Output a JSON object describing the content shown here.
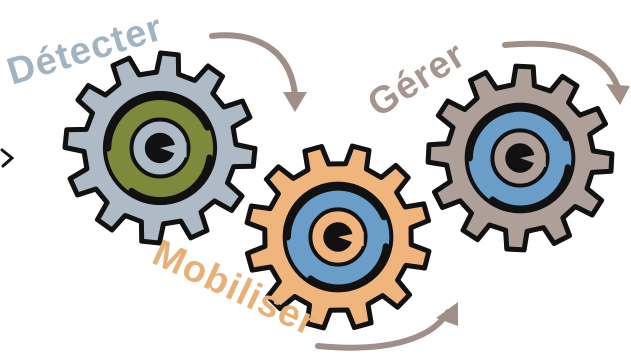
{
  "labels": {
    "detect": "Détecter",
    "manage": "Gérer",
    "mobilise": "Mobiliser"
  },
  "colors": {
    "detect": "#a2b4c2",
    "manage": "#a6958f",
    "mobilise": "#e8b079",
    "arrow": "#a08f88",
    "outline": "#111111",
    "olive": "#7d8a3c",
    "blue": "#6a9ec9",
    "gear_grey": "#aebbc6",
    "gear_orange": "#f0b47d",
    "gear_mauve": "#ae9f99"
  },
  "icons": [
    "gear-icon",
    "gear-icon",
    "gear-icon",
    "curved-arrow-icon",
    "curved-arrow-icon",
    "curved-arrow-icon"
  ]
}
